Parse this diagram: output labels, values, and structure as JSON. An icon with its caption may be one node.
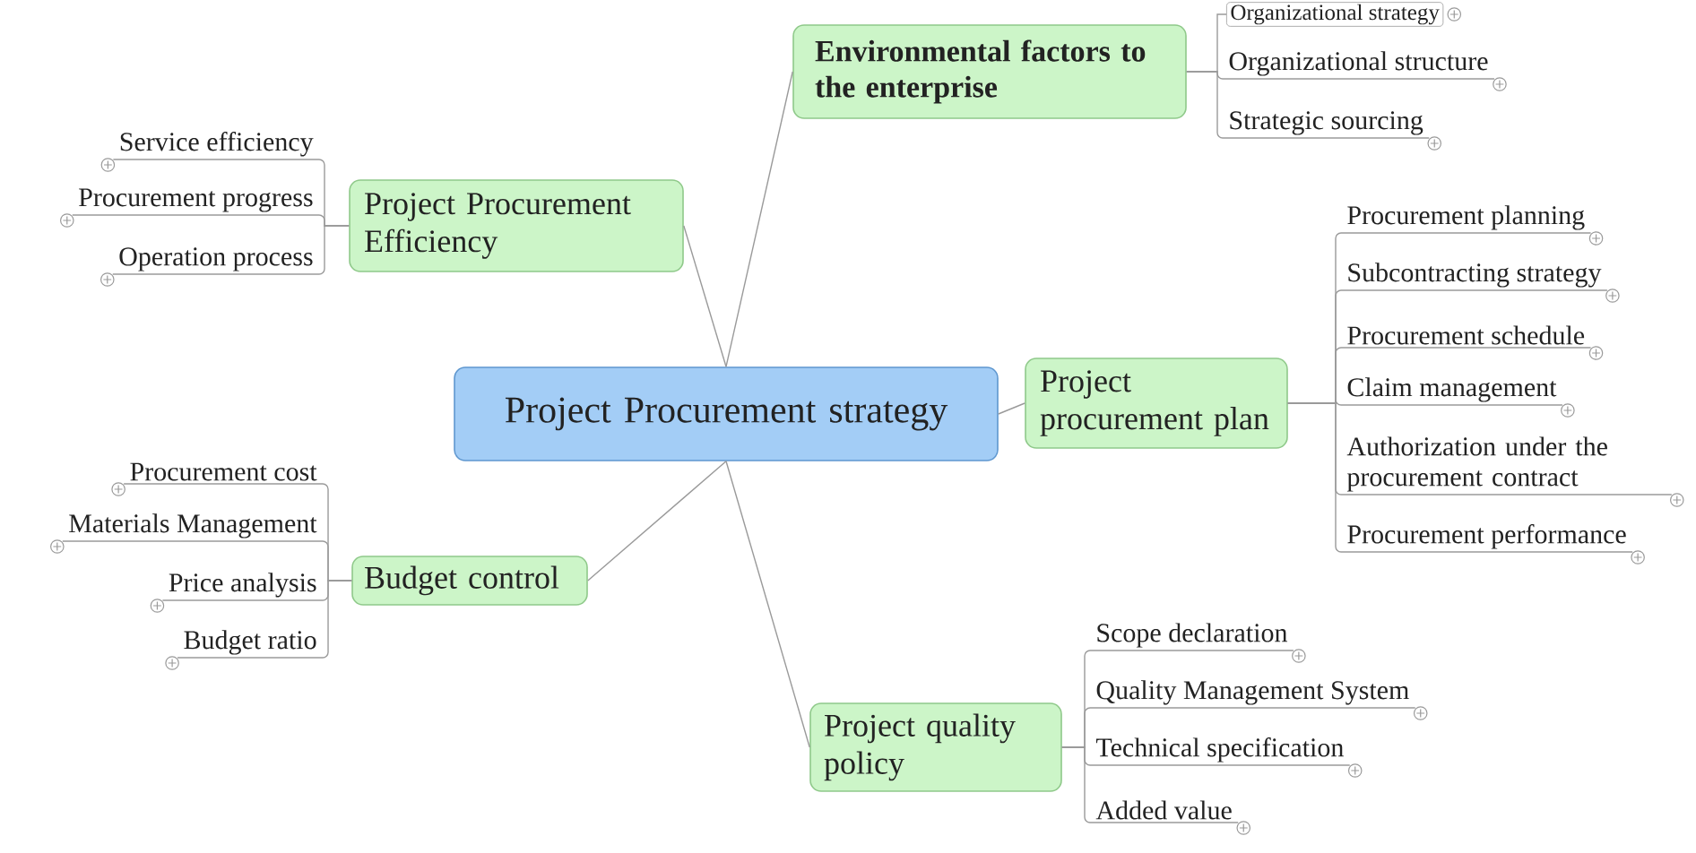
{
  "diagram": {
    "nodes": [
      {
        "text": [
          "Project Procurement strategy"
        ]
      },
      {
        "text": [
          "Environmental factors to the enterprise"
        ]
      },
      {
        "text": [
          "Organizational strategy"
        ]
      },
      {
        "text": [
          "Organizational structure"
        ]
      },
      {
        "text": [
          "Strategic sourcing"
        ]
      },
      {
        "text": [
          "Project Procurement Efficiency"
        ]
      },
      {
        "text": [
          "Service efficiency"
        ]
      },
      {
        "text": [
          "Procurement progress"
        ]
      },
      {
        "text": [
          "Operation process"
        ]
      },
      {
        "text": [
          "Project procurement plan"
        ]
      },
      {
        "text": [
          "Procurement planning"
        ]
      },
      {
        "text": [
          "Subcontracting strategy"
        ]
      },
      {
        "text": [
          "Procurement schedule"
        ]
      },
      {
        "text": [
          "Claim management"
        ]
      },
      {
        "text": [
          "Authorization under the procurement contract"
        ]
      },
      {
        "text": [
          "Procurement performance"
        ]
      },
      {
        "text": [
          "Budget control"
        ]
      },
      {
        "text": [
          "Procurement cost"
        ]
      },
      {
        "text": [
          "Materials Management"
        ]
      },
      {
        "text": [
          "Price analysis"
        ]
      },
      {
        "text": [
          "Budget ratio"
        ]
      },
      {
        "text": [
          "Project quality policy"
        ]
      },
      {
        "text": [
          "Scope declaration"
        ]
      },
      {
        "text": [
          "Quality Management System"
        ]
      },
      {
        "text": [
          "Technical specification"
        ]
      },
      {
        "text": [
          "Added value"
        ]
      }
    ],
    "edges": [
      {
        "from": 0,
        "to": 1,
        "arrow": "none"
      },
      {
        "from": 1,
        "to": 2,
        "arrow": "none"
      },
      {
        "from": 1,
        "to": 3,
        "arrow": "none"
      },
      {
        "from": 1,
        "to": 4,
        "arrow": "none"
      },
      {
        "from": 0,
        "to": 5,
        "arrow": "none"
      },
      {
        "from": 5,
        "to": 6,
        "arrow": "none"
      },
      {
        "from": 5,
        "to": 7,
        "arrow": "none"
      },
      {
        "from": 5,
        "to": 8,
        "arrow": "none"
      },
      {
        "from": 0,
        "to": 9,
        "arrow": "none"
      },
      {
        "from": 9,
        "to": 10,
        "arrow": "none"
      },
      {
        "from": 9,
        "to": 11,
        "arrow": "none"
      },
      {
        "from": 9,
        "to": 12,
        "arrow": "none"
      },
      {
        "from": 9,
        "to": 13,
        "arrow": "none"
      },
      {
        "from": 9,
        "to": 14,
        "arrow": "none"
      },
      {
        "from": 9,
        "to": 15,
        "arrow": "none"
      },
      {
        "from": 0,
        "to": 16,
        "arrow": "none"
      },
      {
        "from": 16,
        "to": 17,
        "arrow": "none"
      },
      {
        "from": 16,
        "to": 18,
        "arrow": "none"
      },
      {
        "from": 16,
        "to": 19,
        "arrow": "none"
      },
      {
        "from": 16,
        "to": 20,
        "arrow": "none"
      },
      {
        "from": 0,
        "to": 21,
        "arrow": "none"
      },
      {
        "from": 21,
        "to": 22,
        "arrow": "none"
      },
      {
        "from": 21,
        "to": 23,
        "arrow": "none"
      },
      {
        "from": 21,
        "to": 24,
        "arrow": "none"
      },
      {
        "from": 21,
        "to": 25,
        "arrow": "none"
      }
    ]
  }
}
